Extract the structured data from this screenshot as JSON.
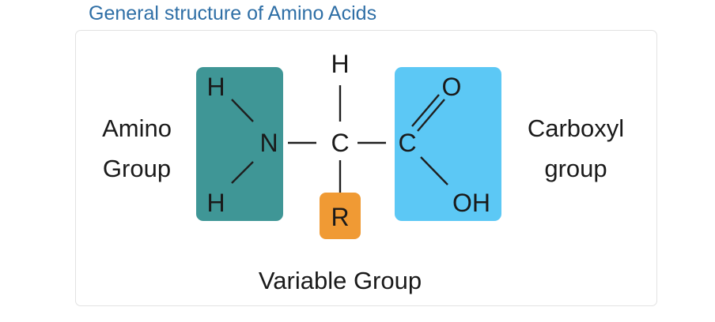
{
  "title": "General structure of Amino Acids",
  "colors": {
    "title": "#2f6fa6",
    "amino_group": "#3f9696",
    "carboxyl_group": "#5cc8f5",
    "r_group": "#f09a34"
  },
  "labels": {
    "amino_line1": "Amino",
    "amino_line2": "Group",
    "carboxyl_line1": "Carboxyl",
    "carboxyl_line2": "group",
    "variable": "Variable Group"
  },
  "atoms": {
    "amino_h_top": "H",
    "amino_n": "N",
    "amino_h_bottom": "H",
    "alpha_h": "H",
    "alpha_c": "C",
    "r": "R",
    "carboxyl_c": "C",
    "carboxyl_o": "O",
    "carboxyl_oh": "OH"
  }
}
